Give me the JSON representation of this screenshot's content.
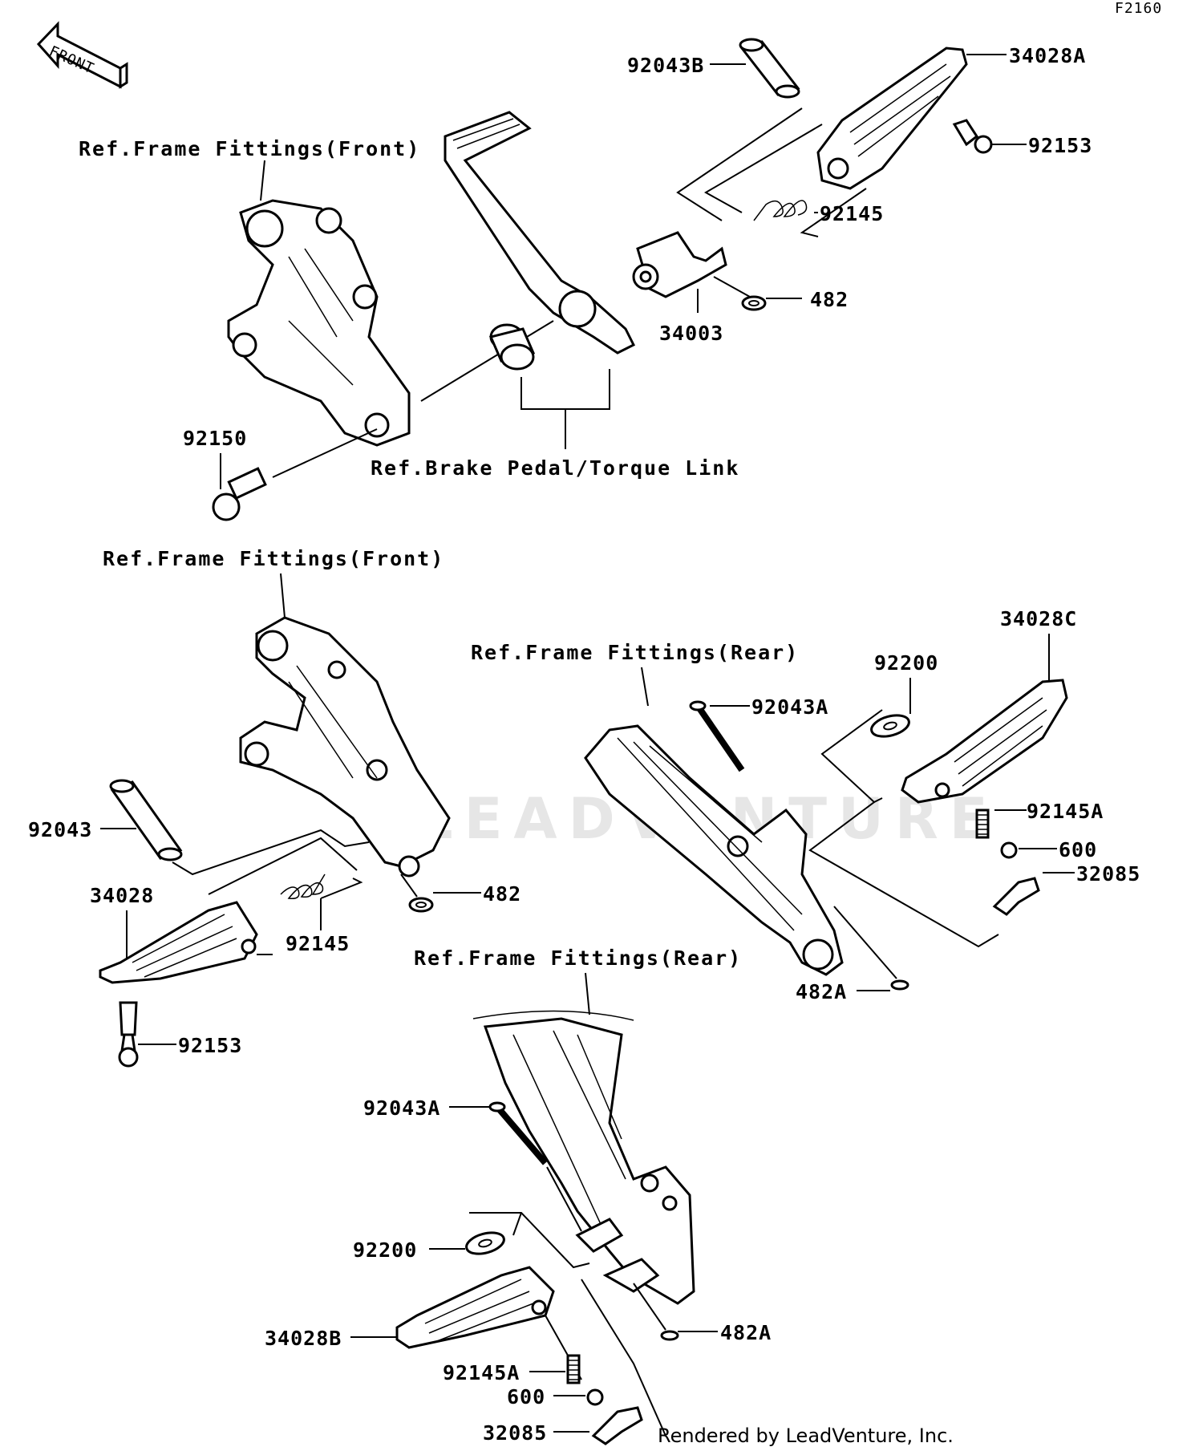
{
  "figure_code": "F2160",
  "front_arrow": "FRONT",
  "credit": "Rendered by LeadVenture, Inc.",
  "watermark": "LEADVENTURE",
  "ref_labels": {
    "frame_front_1": "Ref.Frame Fittings(Front)",
    "frame_front_2": "Ref.Frame Fittings(Front)",
    "brake_pedal": "Ref.Brake Pedal/Torque Link",
    "frame_rear_1": "Ref.Frame Fittings(Rear)",
    "frame_rear_2": "Ref.Frame Fittings(Rear)"
  },
  "parts": {
    "p92043B": "92043B",
    "p34028A": "34028A",
    "p92153_top": "92153",
    "p92145_top": "92145",
    "p482_top": "482",
    "p34003": "34003",
    "p92150": "92150",
    "p92043": "92043",
    "p34028": "34028",
    "p92145_left": "92145",
    "p482_left": "482",
    "p92153_left": "92153",
    "p34028C": "34028C",
    "p92200_right": "92200",
    "p92043A_right": "92043A",
    "p92145A_right": "92145A",
    "p600_right": "600",
    "p32085_right": "32085",
    "p482A_right": "482A",
    "p92043A_bottom": "92043A",
    "p92200_bottom": "92200",
    "p34028B": "34028B",
    "p482A_bottom": "482A",
    "p92145A_bottom": "92145A",
    "p600_bottom": "600",
    "p32085_bottom": "32085"
  }
}
